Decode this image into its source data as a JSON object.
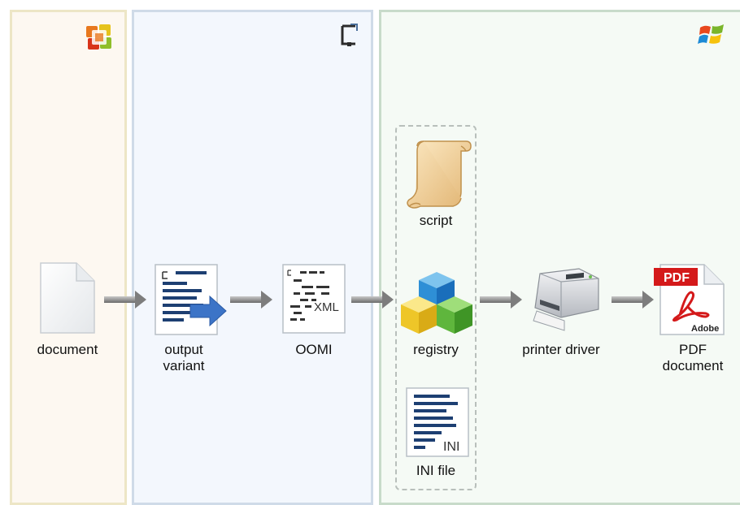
{
  "nodes": {
    "document": "document",
    "output_variant": "output\nvariant",
    "oomi": "OOMI",
    "script": "script",
    "registry": "registry",
    "ini_file": "INI file",
    "printer_driver": "printer driver",
    "pdf_document": "PDF\ndocument"
  },
  "icon_text": {
    "xml": "XML",
    "ini": "INI",
    "pdf": "PDF",
    "adobe": "Adobe"
  },
  "lanes": [
    {
      "name": "office",
      "logo": "office-logo-icon"
    },
    {
      "name": "oomi",
      "logo": "oomi-logo-icon"
    },
    {
      "name": "windows",
      "logo": "windows-logo-icon"
    }
  ],
  "colors": {
    "arrow": "#7d7d7d",
    "office_lane_bg": "#fdf8f1",
    "oomi_lane_bg": "#f3f7fd",
    "windows_lane_bg": "#f5faf5",
    "pdf_red": "#d4191a"
  }
}
